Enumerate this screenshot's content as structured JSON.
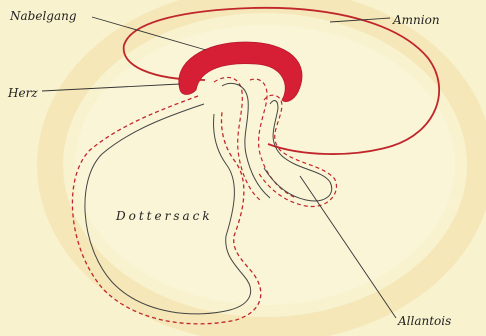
{
  "labels": {
    "nabelgang": "Nabelgang",
    "amnion": "Amnion",
    "herz": "Herz",
    "dottersack": "Dottersack",
    "allantois": "Allantois"
  },
  "colors": {
    "background": "#f8f2cf",
    "halo": "#f3dfa4",
    "amnion_line": "#c0262b",
    "heart_fill": "#d61f35",
    "dashed_line": "#c0262b",
    "outline": "#444444",
    "leader_line": "#333333"
  }
}
